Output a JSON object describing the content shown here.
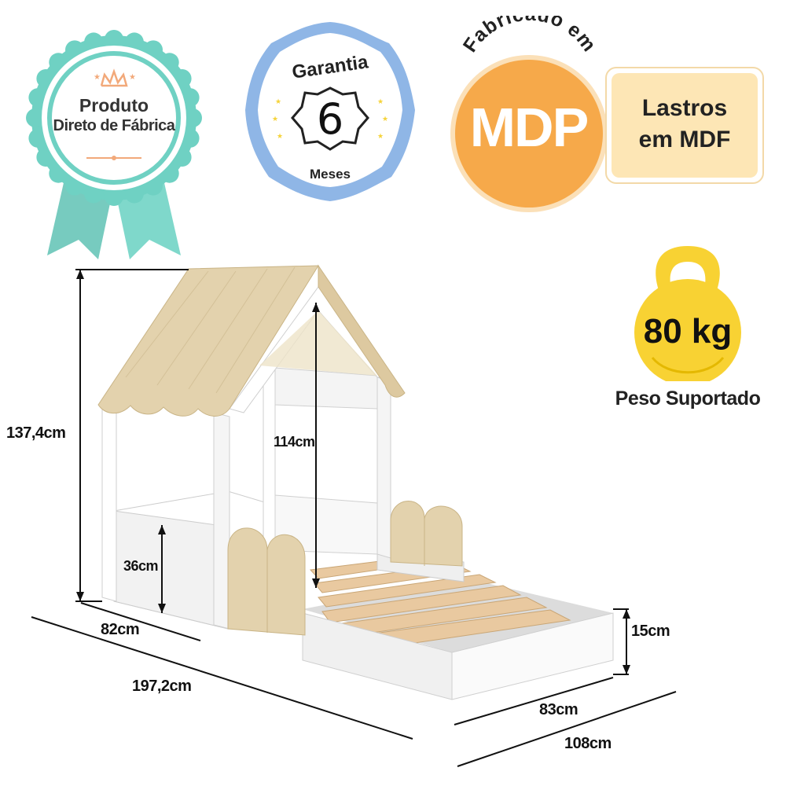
{
  "badges": {
    "factory": {
      "line1": "Produto",
      "line2": "Direto de Fábrica",
      "color": "#6fd1c3"
    },
    "warranty": {
      "title": "Garantia",
      "number": "6",
      "unit": "Meses",
      "color": "#8fb6e6"
    },
    "material": {
      "arc_text": "Fabricado em",
      "main": "MDP",
      "color": "#f6a94a"
    },
    "slats": {
      "line1": "Lastros",
      "line2": "em MDF",
      "color": "#fde6b5"
    },
    "weight": {
      "value": "80 kg",
      "caption": "Peso Suportado",
      "color": "#f8d233"
    }
  },
  "dimensions": {
    "total_height": "137,4cm",
    "inner_height": "114cm",
    "side_height": "36cm",
    "house_depth": "82cm",
    "total_length": "197,2cm",
    "bed_height": "15cm",
    "bed_width": "83cm",
    "total_width": "108cm"
  },
  "colors": {
    "wood": "#e3d2ad",
    "white": "#f4f4f4",
    "slat": "#e9c9a0"
  }
}
